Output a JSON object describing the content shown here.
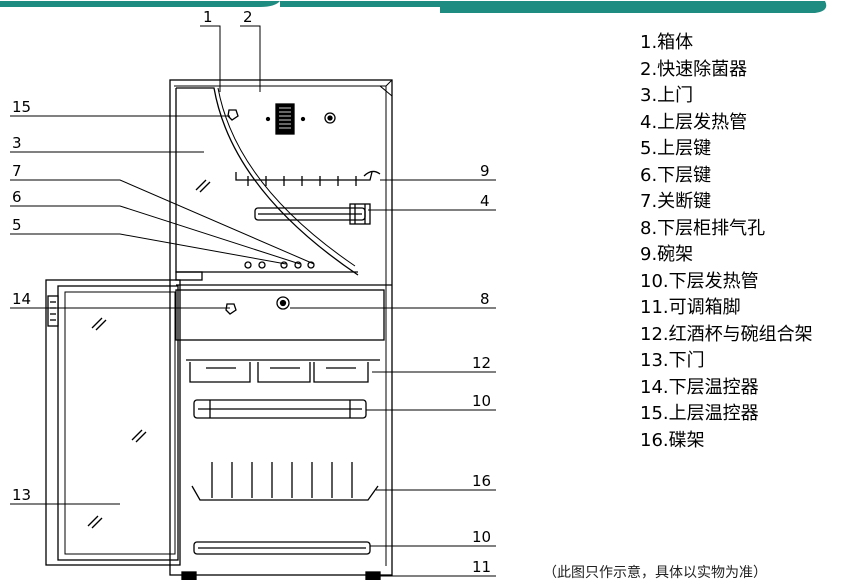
{
  "header": {
    "color": "#1e8c80"
  },
  "diagram": {
    "legend": [
      "1.箱体",
      "2.快速除菌器",
      "3.上门",
      "4.上层发热管",
      "5.上层键",
      "6.下层键",
      "7.关断键",
      "8.下层柜排气孔",
      "9.碗架",
      "10.下层发热管",
      "11.可调箱脚",
      "12.红酒杯与碗组合架",
      "13.下门",
      "14.下层温控器",
      "15.上层温控器",
      "16.碟架"
    ],
    "callouts": {
      "c1": "1",
      "c2": "2",
      "c15": "15",
      "c3": "3",
      "c7": "7",
      "c6": "6",
      "c5": "5",
      "c14": "14",
      "c13": "13",
      "c9": "9",
      "c4": "4",
      "c8": "8",
      "c12": "12",
      "c10a": "10",
      "c16": "16",
      "c10b": "10",
      "c11": "11"
    },
    "caption": "（此图只作示意，具体以实物为准）"
  }
}
